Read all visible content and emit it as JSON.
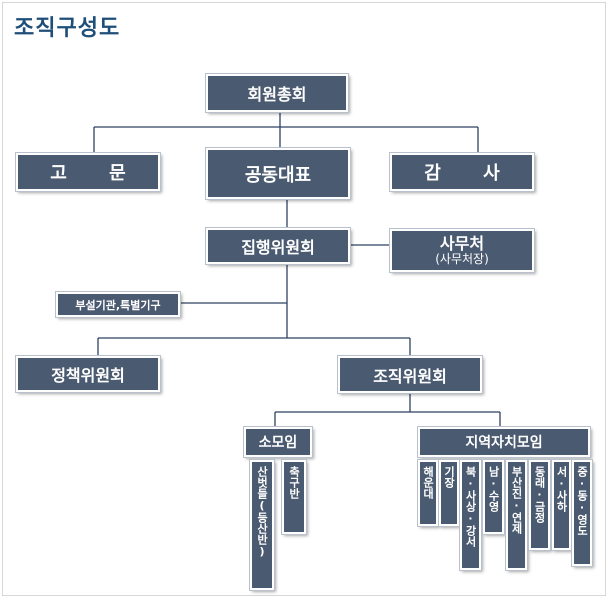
{
  "title": "조직구성도",
  "nodes": {
    "general_assembly": "회원총회",
    "advisor": "고 문",
    "co_representative": "공동대표",
    "auditor": "감 사",
    "executive_committee": "집행위원회",
    "secretariat": "사무처",
    "secretariat_sub": "(사무처장)",
    "affiliated": "부설기관,특별기구",
    "policy_committee": "정책위원회",
    "organization_committee": "조직위원회",
    "small_groups": "소모임",
    "regional_groups": "지역자치모임"
  },
  "small_group_items": [
    "산벗들(등산반)",
    "축구반"
  ],
  "regional_items": [
    "해운대",
    "기장",
    "북·사상·강서",
    "남·수영",
    "부산진·연제",
    "동래·금정",
    "서·사하",
    "중·동·영도"
  ],
  "colors": {
    "box": "#4a5a70",
    "line": "#2f4260",
    "title": "#1f4e79"
  }
}
